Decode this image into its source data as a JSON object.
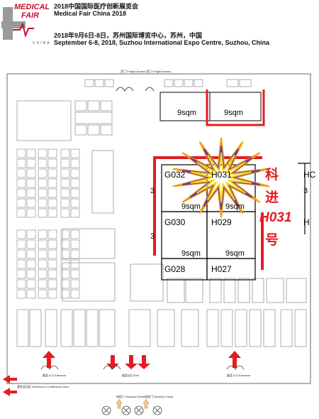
{
  "header": {
    "title_cn": "2018中国国际医疗创新展览会",
    "title_en": "Medical Fair China 2018",
    "date_venue_cn": "2018年9月6日-8日，苏州国际博览中心，苏州，中国",
    "date_venue_en": "September 6-8, 2018, Suzhou International Expo Centre, Suzhou, China"
  },
  "logo": {
    "line1": "MEDICAL",
    "line2": "FAIR",
    "line3": "CHINA"
  },
  "top_booths": [
    {
      "size": "9sqm"
    },
    {
      "size": "9sqm"
    }
  ],
  "booths": [
    {
      "id": "G032",
      "size": ""
    },
    {
      "id": "H031",
      "size": ""
    },
    {
      "id": "G030",
      "size": "9sqm"
    },
    {
      "id": "H029",
      "size": "9sqm"
    },
    {
      "id": "G028",
      "size": ""
    },
    {
      "id": "H027",
      "size": ""
    }
  ],
  "row_sqm": [
    "9sqm",
    "9sqm",
    "9sqm",
    "9sqm"
  ],
  "side_numbers": [
    "3",
    "3",
    "3"
  ],
  "right_partial": "HC",
  "right_partial2": "H",
  "callout": {
    "line1": "科",
    "line2": "进",
    "line3": "H031",
    "line4": "号"
  },
  "entrances": {
    "freight_1": "货门\nFreight Access",
    "freight_2": "货门\nFreight Access",
    "main_entrance": "展会入口\nEntrance",
    "exit": "展会出口\nExit",
    "entrance_right": "展会入口\nEntrance",
    "conference": "通往会议区\nEntrance to Conference Area",
    "security_1": "安检门\nSecurity Check",
    "security_2": "安检门\nSecurity Check"
  },
  "colors": {
    "accent_red": "#e31b23",
    "brand_red": "#c8102e",
    "burst_purple": "#6a3d9a",
    "burst_orange": "#f39c12",
    "burst_yellow": "#f7d117"
  }
}
